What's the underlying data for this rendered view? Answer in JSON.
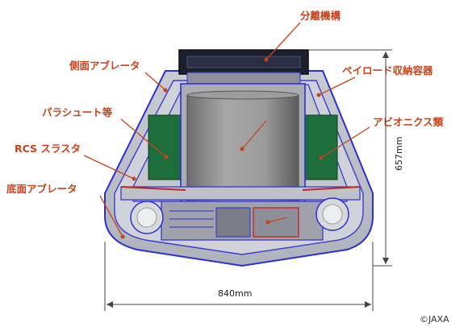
{
  "labels": {
    "separation": "分離機構",
    "side_ablator": "側面アブレータ",
    "payload": "ペイロード収納容器",
    "parachute": "パラシュート等",
    "avionics": "アビオニクス類",
    "rcs": "RCS スラスタ",
    "bottom_ablator": "底面アブレータ"
  },
  "dimensions": {
    "height": "657mm",
    "width": "840mm"
  },
  "copyright": "©JAXA",
  "colors": {
    "callout": "#c8431c",
    "capsule_body": "#b9bcc4",
    "wiring": "#2d2fd6",
    "panel_green": "#1d6e3c",
    "payload_gray": "#8a8a8a"
  }
}
